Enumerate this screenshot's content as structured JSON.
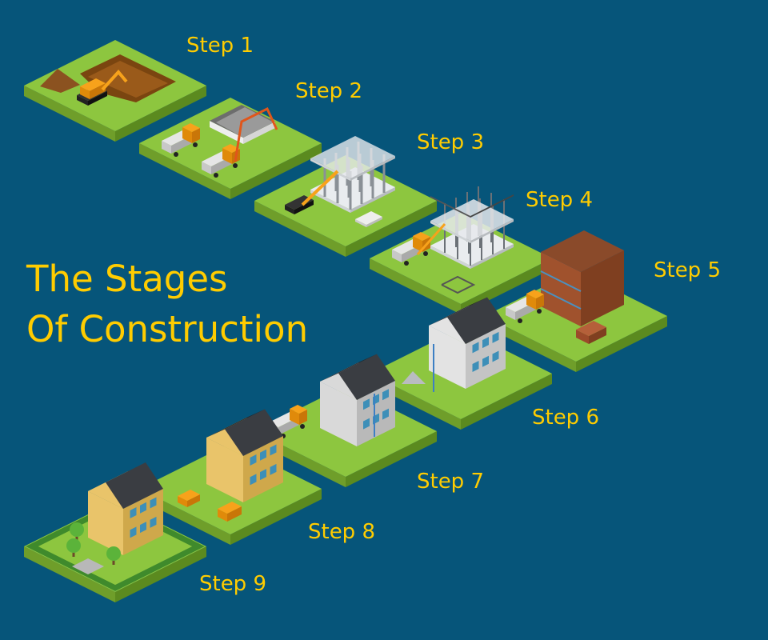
{
  "title": {
    "line1": "The Stages",
    "line2": "Of Construction"
  },
  "steps": [
    {
      "label": "Step 1",
      "stage": "excavation"
    },
    {
      "label": "Step 2",
      "stage": "foundation"
    },
    {
      "label": "Step 3",
      "stage": "columns"
    },
    {
      "label": "Step 4",
      "stage": "frame"
    },
    {
      "label": "Step 5",
      "stage": "brickwork"
    },
    {
      "label": "Step 6",
      "stage": "roof"
    },
    {
      "label": "Step 7",
      "stage": "facade"
    },
    {
      "label": "Step 8",
      "stage": "finishing"
    },
    {
      "label": "Step 9",
      "stage": "landscaping"
    }
  ],
  "colors": {
    "background": "#06557a",
    "text": "#ffcc00",
    "grass": "#8dc63f"
  }
}
